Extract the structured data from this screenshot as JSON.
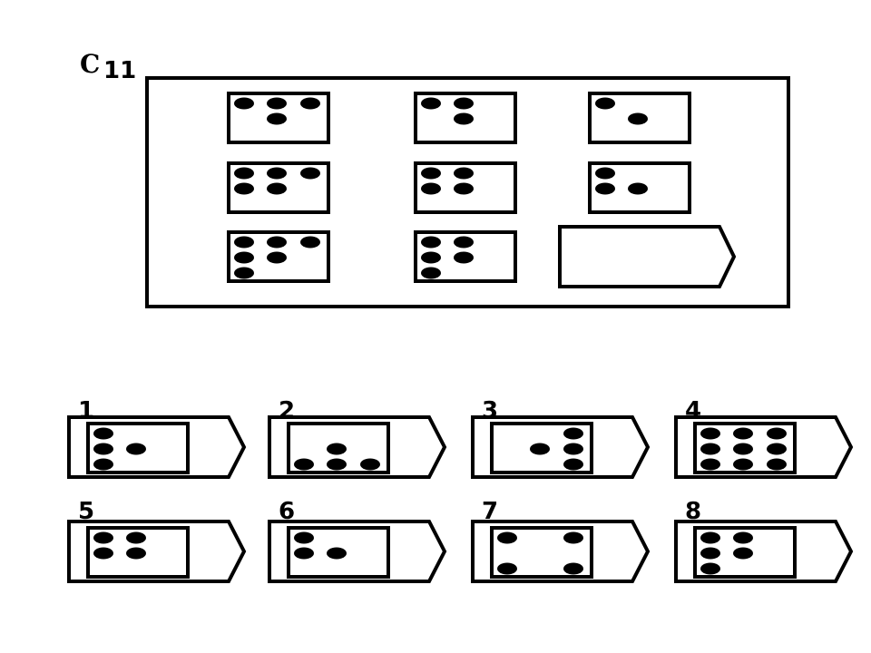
{
  "header": {
    "series_letter": "C",
    "item_number": "11"
  },
  "colors": {
    "ink": "#000000",
    "background": "#ffffff"
  },
  "matrix": {
    "cells": [
      {
        "row": 1,
        "col": 1,
        "dots": [
          [
            1,
            1
          ],
          [
            1,
            2
          ],
          [
            1,
            3
          ],
          [
            2,
            2
          ]
        ]
      },
      {
        "row": 1,
        "col": 2,
        "dots": [
          [
            1,
            1
          ],
          [
            1,
            2
          ],
          [
            2,
            2
          ]
        ]
      },
      {
        "row": 1,
        "col": 3,
        "dots": [
          [
            1,
            1
          ],
          [
            2,
            2
          ]
        ]
      },
      {
        "row": 2,
        "col": 1,
        "dots": [
          [
            1,
            1
          ],
          [
            1,
            2
          ],
          [
            1,
            3
          ],
          [
            2,
            1
          ],
          [
            2,
            2
          ]
        ]
      },
      {
        "row": 2,
        "col": 2,
        "dots": [
          [
            1,
            1
          ],
          [
            1,
            2
          ],
          [
            2,
            1
          ],
          [
            2,
            2
          ]
        ]
      },
      {
        "row": 2,
        "col": 3,
        "dots": [
          [
            1,
            1
          ],
          [
            2,
            1
          ],
          [
            2,
            2
          ]
        ]
      },
      {
        "row": 3,
        "col": 1,
        "dots": [
          [
            1,
            1
          ],
          [
            1,
            2
          ],
          [
            1,
            3
          ],
          [
            2,
            1
          ],
          [
            2,
            2
          ],
          [
            3,
            1
          ]
        ]
      },
      {
        "row": 3,
        "col": 2,
        "dots": [
          [
            1,
            1
          ],
          [
            1,
            2
          ],
          [
            2,
            1
          ],
          [
            2,
            2
          ],
          [
            3,
            1
          ]
        ]
      }
    ],
    "missing": {
      "row": 3,
      "col": 3
    }
  },
  "options": [
    {
      "label": "1",
      "dots": [
        [
          1,
          1
        ],
        [
          2,
          1
        ],
        [
          2,
          2
        ],
        [
          3,
          1
        ]
      ]
    },
    {
      "label": "2",
      "dots": [
        [
          2,
          2
        ],
        [
          3,
          1
        ],
        [
          3,
          2
        ],
        [
          3,
          3
        ]
      ]
    },
    {
      "label": "3",
      "dots": [
        [
          1,
          3
        ],
        [
          2,
          2
        ],
        [
          2,
          3
        ],
        [
          3,
          3
        ]
      ]
    },
    {
      "label": "4",
      "dots": [
        [
          1,
          1
        ],
        [
          1,
          2
        ],
        [
          1,
          3
        ],
        [
          2,
          1
        ],
        [
          2,
          2
        ],
        [
          2,
          3
        ],
        [
          3,
          1
        ],
        [
          3,
          2
        ],
        [
          3,
          3
        ]
      ]
    },
    {
      "label": "5",
      "dots": [
        [
          1,
          1
        ],
        [
          1,
          2
        ],
        [
          2,
          1
        ],
        [
          2,
          2
        ]
      ]
    },
    {
      "label": "6",
      "dots": [
        [
          1,
          1
        ],
        [
          2,
          1
        ],
        [
          2,
          2
        ]
      ]
    },
    {
      "label": "7",
      "dots": [
        [
          1,
          1
        ],
        [
          1,
          3
        ],
        [
          3,
          1
        ],
        [
          3,
          3
        ]
      ]
    },
    {
      "label": "8",
      "dots": [
        [
          1,
          1
        ],
        [
          1,
          2
        ],
        [
          2,
          1
        ],
        [
          2,
          2
        ],
        [
          3,
          1
        ]
      ]
    }
  ]
}
